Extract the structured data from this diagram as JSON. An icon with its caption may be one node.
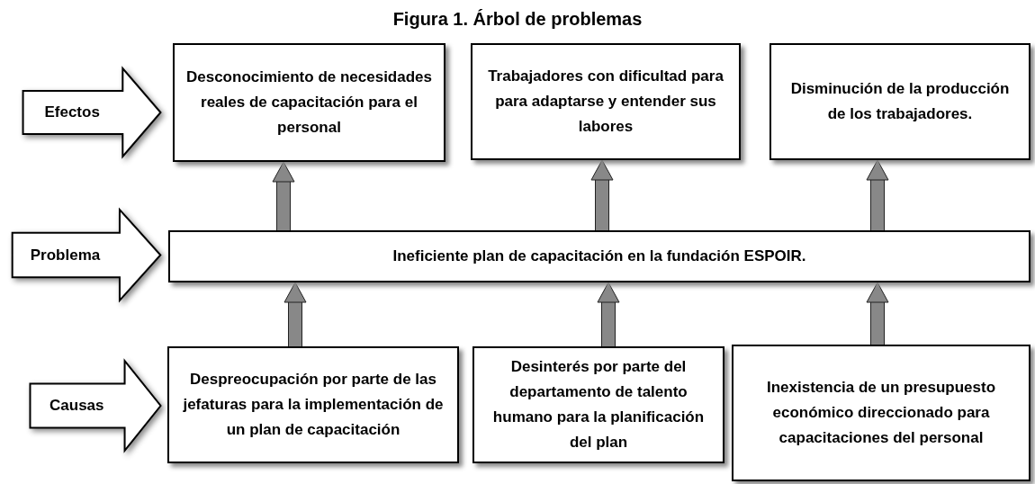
{
  "diagram": {
    "title": "Figura 1. Árbol de problemas",
    "nodes": [
      {
        "text": [
          "Efectos"
        ]
      },
      {
        "text": [
          "Desconocimiento de necesidades reales de capacitación para el personal"
        ]
      },
      {
        "text": [
          "Trabajadores con dificultad para para adaptarse y entender sus labores"
        ]
      },
      {
        "text": [
          "Disminución de la producción de los trabajadores."
        ]
      },
      {
        "text": [
          "Problema"
        ]
      },
      {
        "text": [
          "Ineficiente plan de capacitación en la fundación ESPOIR."
        ]
      },
      {
        "text": [
          "Causas"
        ]
      },
      {
        "text": [
          "Despreocupación por parte de las jefaturas para la implementación de un plan de capacitación"
        ]
      },
      {
        "text": [
          "Desinterés por parte del departamento de talento humano para la planificación del plan"
        ]
      },
      {
        "text": [
          "Inexistencia de un presupuesto económico direccionado para capacitaciones del personal"
        ]
      }
    ],
    "edges": [
      {
        "from": 5,
        "to": 1,
        "arrow": "to"
      },
      {
        "from": 5,
        "to": 2,
        "arrow": "to"
      },
      {
        "from": 5,
        "to": 3,
        "arrow": "to"
      },
      {
        "from": 7,
        "to": 5,
        "arrow": "to"
      },
      {
        "from": 8,
        "to": 5,
        "arrow": "to"
      },
      {
        "from": 9,
        "to": 5,
        "arrow": "to"
      }
    ]
  }
}
